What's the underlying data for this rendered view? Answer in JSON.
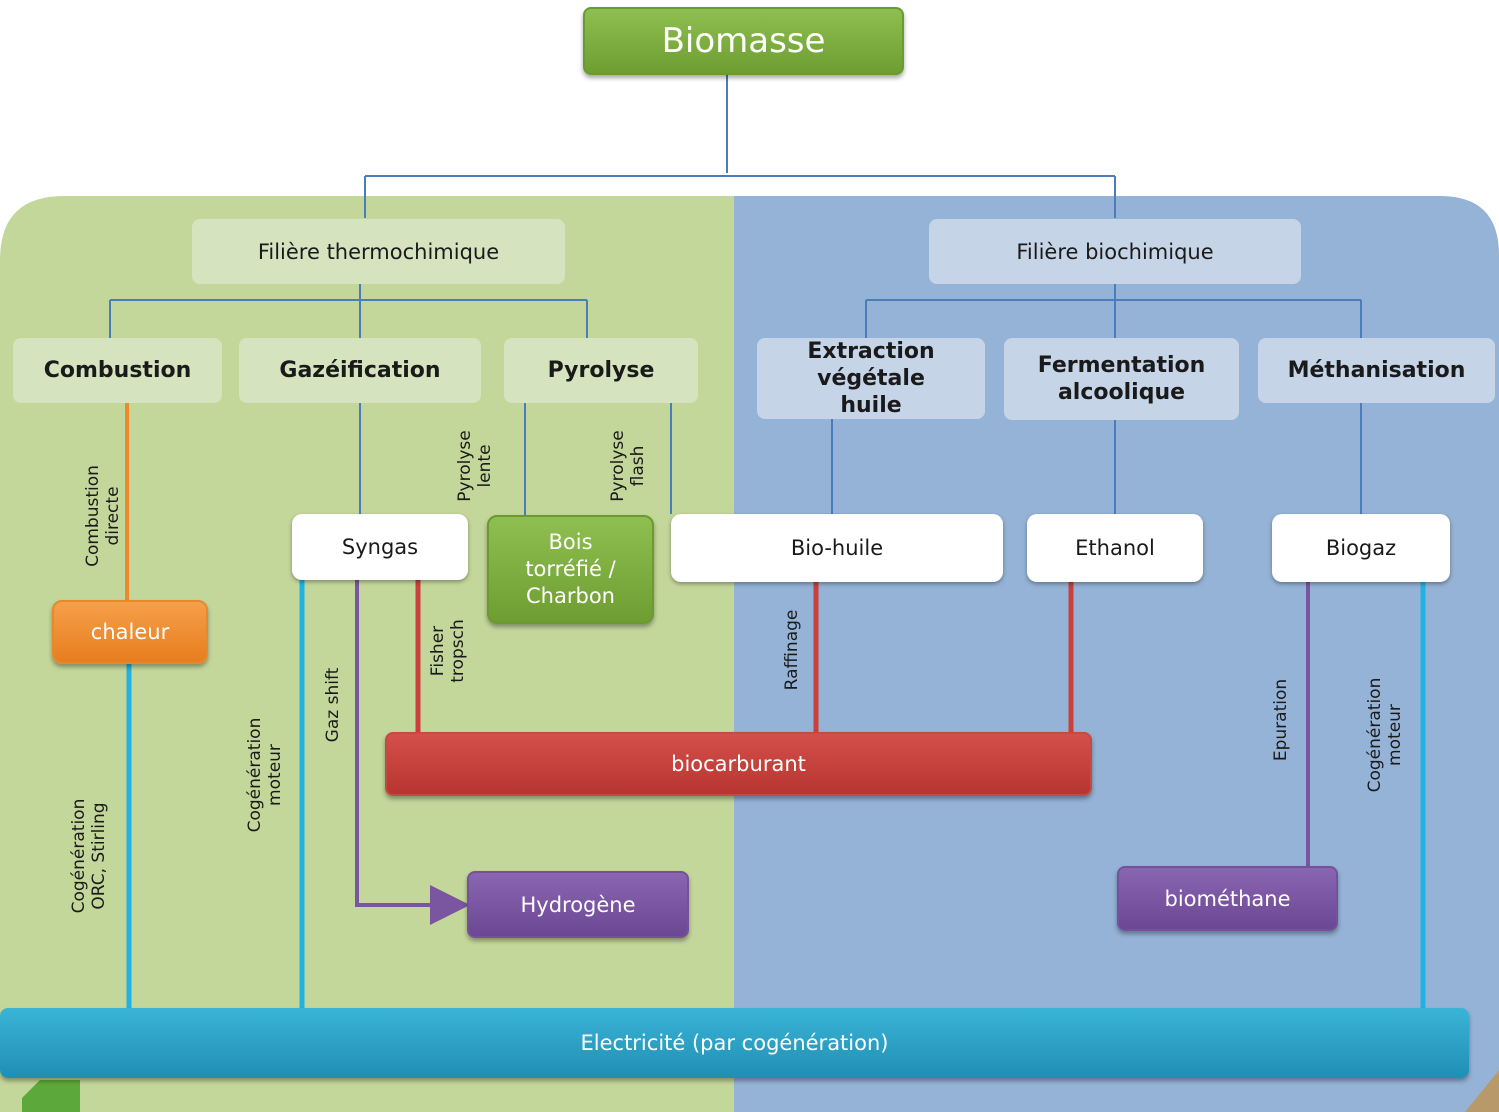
{
  "title": "Biomasse",
  "branches": {
    "thermo": "Filière thermochimique",
    "bio": "Filière biochimique"
  },
  "processes": {
    "combustion": "Combustion",
    "gazeification": "Gazéification",
    "pyrolyse": "Pyrolyse",
    "extraction": "Extraction\nvégétale\nhuile",
    "fermentation": "Fermentation\nalcoolique",
    "methanisation": "Méthanisation"
  },
  "intermediates": {
    "syngas": "Syngas",
    "bois": "Bois\ntorréfié /\nCharbon",
    "biohuile": "Bio-huile",
    "ethanol": "Ethanol",
    "biogaz": "Biogaz"
  },
  "products": {
    "chaleur": "chaleur",
    "biocarburant": "biocarburant",
    "hydrogene": "Hydrogène",
    "biomethane": "biométhane",
    "electricite": "Electricité (par cogénération)"
  },
  "edge_labels": {
    "combustion_directe": "Combustion\ndirecte",
    "pyrolyse_lente": "Pyrolyse\nlente",
    "pyrolyse_flash": "Pyrolyse\nflash",
    "fisher_tropsch": "Fisher\ntropsch",
    "gaz_shift": "Gaz shift",
    "cogeneration_moteur_left": "Cogénération\nmoteur",
    "cogeneration_orc": "Cogénération\nORC, Stirling",
    "raffinage": "Raffinage",
    "epuration": "Epuration",
    "cogeneration_moteur_right": "Cogénération\nmoteur"
  },
  "colors": {
    "thermo_bg": "#c4d79b",
    "bio_bg": "#95b3d7",
    "title_green": "#77a83a",
    "orange": "#ee8a2b",
    "red": "#c9403c",
    "purple": "#7a55a0",
    "cyan": "#2fb0d6",
    "connector_blue": "#4a7ebb"
  }
}
